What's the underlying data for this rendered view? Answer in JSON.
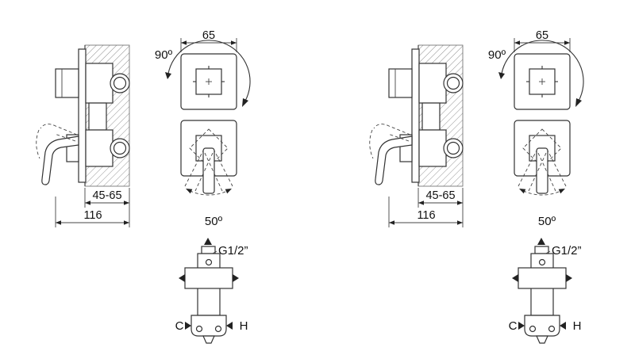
{
  "colors": {
    "ink": "#333333",
    "background": "#ffffff"
  },
  "drawings": [
    {
      "name": "mixer-drawing-left",
      "labels": {
        "plate_width": "65",
        "top_rotation": "90º",
        "wall_depth_range": "45-65",
        "total_depth": "116",
        "lever_swivel": "50º",
        "thread_size": "G1/2”",
        "cold": "C",
        "hot": "H"
      }
    },
    {
      "name": "mixer-drawing-right",
      "labels": {
        "plate_width": "65",
        "top_rotation": "90º",
        "wall_depth_range": "45-65",
        "total_depth": "116",
        "lever_swivel": "50º",
        "thread_size": "G1/2”",
        "cold": "C",
        "hot": "H"
      }
    }
  ]
}
